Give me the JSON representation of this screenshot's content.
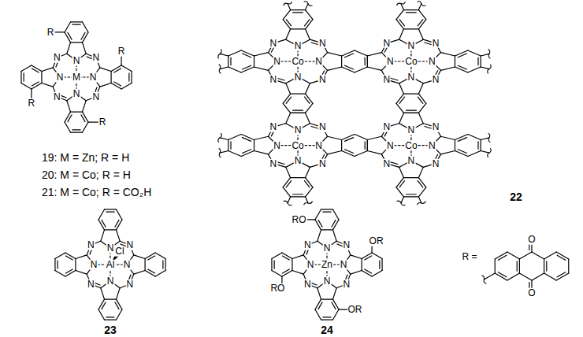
{
  "diagram": {
    "labels": [
      "R",
      "R",
      "R",
      "R",
      "N",
      "N",
      "N",
      "N",
      "N",
      "N",
      "N",
      "N",
      "M",
      "19: M = Zn; R = H",
      "20: M = Co; R = H",
      "21: M = Co; R = CO₂H",
      "N",
      "N",
      "N",
      "N",
      "N",
      "N",
      "N",
      "N",
      "Co",
      "N",
      "N",
      "N",
      "N",
      "N",
      "N",
      "N",
      "N",
      "Co",
      "N",
      "N",
      "N",
      "N",
      "N",
      "N",
      "N",
      "N",
      "Co",
      "N",
      "N",
      "N",
      "N",
      "N",
      "N",
      "N",
      "N",
      "Co",
      "22",
      "N",
      "N",
      "N",
      "N",
      "N",
      "N",
      "N",
      "N",
      "Al",
      "Cl",
      "23",
      "RO",
      "OR",
      "RO",
      "OR",
      "N",
      "N",
      "N",
      "N",
      "N",
      "N",
      "N",
      "N",
      "Zn",
      "24",
      "R =",
      "O",
      "O"
    ]
  }
}
